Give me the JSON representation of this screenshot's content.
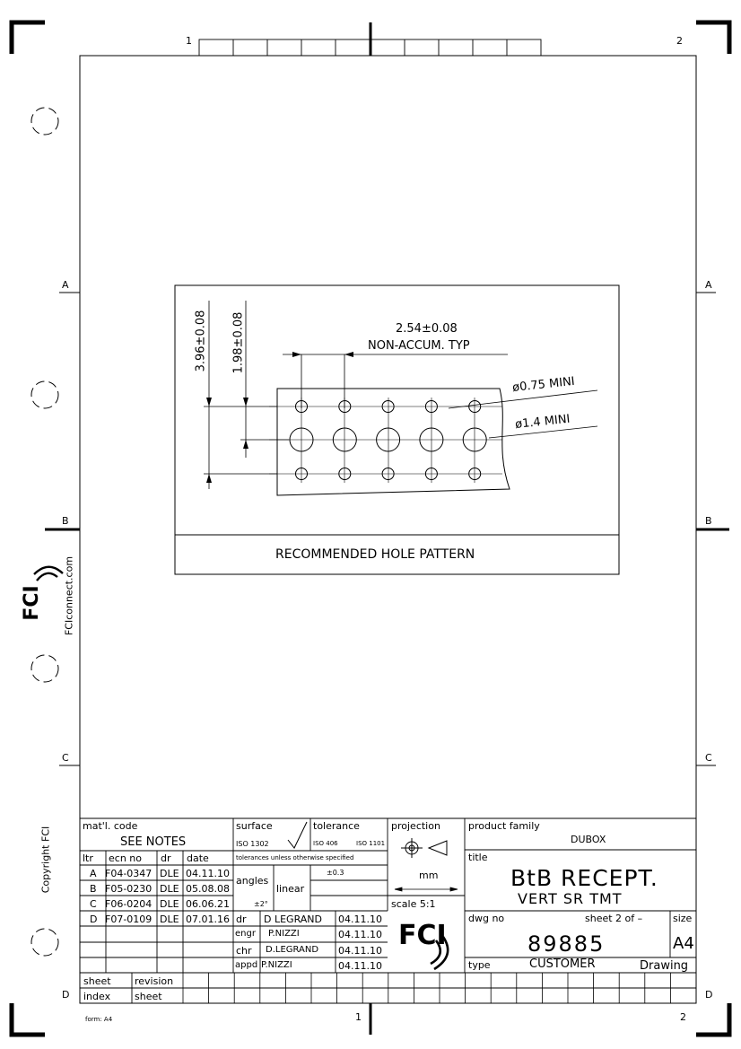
{
  "border": {
    "col_top_left": "1",
    "col_top_right": "2",
    "col_bottom_left": "1",
    "col_bottom_right": "2",
    "rows": [
      "A",
      "B",
      "C",
      "D"
    ],
    "form": "form: A4",
    "side_url": "FCIconnect.com",
    "copyright": "Copyright FCI"
  },
  "detail": {
    "dim_396": "3.96±0.08",
    "dim_198": "1.98±0.08",
    "dim_254": "2.54±0.08",
    "non_accum": "NON-ACCUM. TYP",
    "dia_075": "ø0.75 MINI",
    "dia_14": "ø1.4 MINI",
    "caption": "RECOMMENDED HOLE PATTERN",
    "small_holes_per_row": 5,
    "large_holes": 5
  },
  "title_block": {
    "matl_label": "mat'l. code",
    "matl_value": "SEE NOTES",
    "surface_label": "surface",
    "surface_std": "ISO 1302",
    "tolerance_label": "tolerance",
    "tol_std1": "ISO 406",
    "tol_std2": "ISO 1101",
    "tol_unless": "tolerances unless otherwise specified",
    "angles": "angles",
    "linear": "linear",
    "tol_linear": "±0.3",
    "tol_angle": "±2°",
    "projection_label": "projection",
    "units": "mm",
    "scale": "scale 5:1",
    "product_family_label": "product family",
    "product_family": "DUBOX",
    "title_label": "title",
    "title_main": "BtB RECEPT.",
    "title_sub": "VERT SR TMT",
    "dwg_no_label": "dwg no",
    "sheet_of": "sheet 2 of –",
    "size_label": "size",
    "dwg_no": "89885",
    "size": "A4",
    "type_label": "type",
    "customer": "CUSTOMER",
    "drawing": "Drawing",
    "rev_headers": {
      "ltr": "ltr",
      "ecn": "ecn no",
      "dr": "dr",
      "date": "date"
    },
    "revisions": [
      {
        "ltr": "A",
        "ecn": "F04-0347",
        "dr": "DLE",
        "date": "04.11.10"
      },
      {
        "ltr": "B",
        "ecn": "F05-0230",
        "dr": "DLE",
        "date": "05.08.08"
      },
      {
        "ltr": "C",
        "ecn": "F06-0204",
        "dr": "DLE",
        "date": "06.06.21"
      },
      {
        "ltr": "D",
        "ecn": "F07-0109",
        "dr": "DLE",
        "date": "07.01.16"
      }
    ],
    "signoffs": [
      {
        "role": "dr",
        "name": "D LEGRAND",
        "date": "04.11.10"
      },
      {
        "role": "engr",
        "name": "P.NIZZI",
        "date": "04.11.10"
      },
      {
        "role": "chr",
        "name": "D.LEGRAND",
        "date": "04.11.10"
      },
      {
        "role": "appd",
        "name": "P.NIZZI",
        "date": "04.11.10"
      }
    ],
    "sheet_index_1": "sheet",
    "sheet_index_2": "index",
    "revision_1": "revision",
    "revision_2": "sheet",
    "logo": "FCI"
  }
}
